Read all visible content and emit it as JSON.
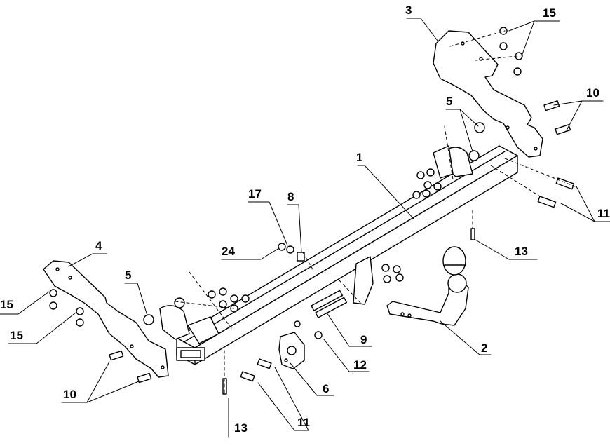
{
  "diagram": {
    "callouts": [
      {
        "id": "c3",
        "label": "3"
      },
      {
        "id": "c15a",
        "label": "15"
      },
      {
        "id": "c10a",
        "label": "10"
      },
      {
        "id": "c5a",
        "label": "5"
      },
      {
        "id": "c1",
        "label": "1"
      },
      {
        "id": "c11a",
        "label": "11"
      },
      {
        "id": "c13a",
        "label": "13"
      },
      {
        "id": "c17",
        "label": "17"
      },
      {
        "id": "c8",
        "label": "8"
      },
      {
        "id": "c24",
        "label": "24"
      },
      {
        "id": "c4",
        "label": "4"
      },
      {
        "id": "c5b",
        "label": "5"
      },
      {
        "id": "c15b",
        "label": "15"
      },
      {
        "id": "c15c",
        "label": "15"
      },
      {
        "id": "c9",
        "label": "9"
      },
      {
        "id": "c2",
        "label": "2"
      },
      {
        "id": "c12",
        "label": "12"
      },
      {
        "id": "c6",
        "label": "6"
      },
      {
        "id": "c10b",
        "label": "10"
      },
      {
        "id": "c13b",
        "label": "13"
      },
      {
        "id": "c11b",
        "label": "11"
      }
    ]
  }
}
